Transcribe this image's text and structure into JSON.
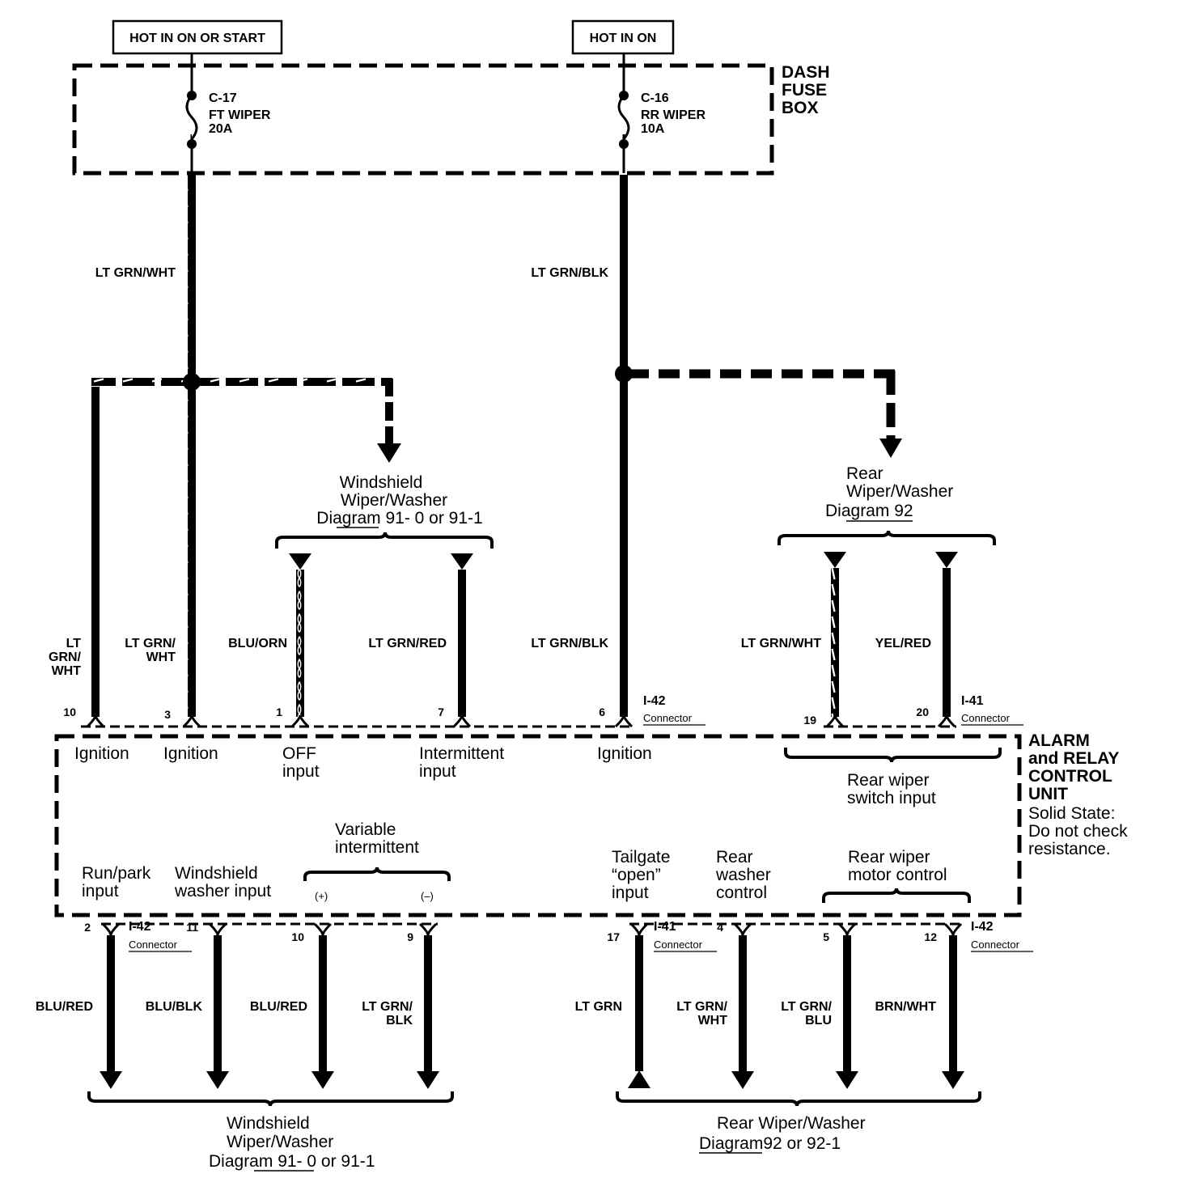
{
  "power": {
    "hot_on_or_start": "HOT IN ON OR START",
    "hot_on": "HOT IN ON"
  },
  "fuse_box": {
    "title": [
      "DASH",
      "FUSE",
      "BOX"
    ],
    "fuse1": [
      "C-17",
      "FT WIPER",
      "20A"
    ],
    "fuse2": [
      "C-16",
      "RR WIPER",
      "10A"
    ]
  },
  "wires_top": {
    "main_left": "LT GRN/WHT",
    "main_right": "LT GRN/BLK",
    "w10": [
      "LT",
      "GRN/",
      "WHT"
    ],
    "w3": [
      "LT GRN/",
      "WHT"
    ],
    "w1": "BLU/ORN",
    "w7": "LT GRN/RED",
    "w6": "LT GRN/BLK",
    "w19": "LT GRN/WHT",
    "w20": "YEL/RED"
  },
  "refs": {
    "ws_top": [
      "Windshield",
      "Wiper/Washer",
      "Diagram 91- 0 or 91-1"
    ],
    "rear_top": [
      "Rear",
      "Wiper/Washer",
      "Diagram 92"
    ],
    "ws_bottom": [
      "Windshield",
      "Wiper/Washer",
      "Diagram 91- 0 or 91-1"
    ],
    "rear_bottom": [
      "Rear Wiper/Washer",
      "Diagram92 or 92-1"
    ]
  },
  "pins_top": {
    "p10": "10",
    "p3": "3",
    "p1": "1",
    "p7": "7",
    "p6": "6",
    "p19": "19",
    "p20": "20"
  },
  "connectors": {
    "top_i42": [
      "I-42",
      "Connector"
    ],
    "top_i41": [
      "I-41",
      "Connector"
    ],
    "bot_i42a": [
      "I-42",
      "Connector"
    ],
    "bot_i41": [
      "I-41",
      "Connector"
    ],
    "bot_i42b": [
      "I-42",
      "Connector"
    ]
  },
  "unit": {
    "title": [
      "ALARM",
      "and RELAY",
      "CONTROL",
      "UNIT"
    ],
    "note": [
      "Solid State:",
      "Do not check",
      "resistance."
    ],
    "in_ign1": "Ignition",
    "in_ign2": "Ignition",
    "in_off": [
      "OFF",
      "input"
    ],
    "in_int": [
      "Intermittent",
      "input"
    ],
    "in_ign3": "Ignition",
    "in_rear_sw": [
      "Rear wiper",
      "switch input"
    ],
    "out_run": [
      "Run/park",
      "input"
    ],
    "out_wash": [
      "Windshield",
      "washer input"
    ],
    "out_var": [
      "Variable",
      "intermittent"
    ],
    "out_plus": "(+)",
    "out_minus": "(–)",
    "out_tail": [
      "Tailgate",
      "“open”",
      "input"
    ],
    "out_rwash": [
      "Rear",
      "washer",
      "control"
    ],
    "out_rmotor": [
      "Rear wiper",
      "motor control"
    ]
  },
  "pins_bottom": {
    "p2": "2",
    "p11": "11",
    "p10": "10",
    "p9": "9",
    "p17": "17",
    "p4": "4",
    "p5": "5",
    "p12": "12"
  },
  "wires_bottom": {
    "w2": "BLU/RED",
    "w11": "BLU/BLK",
    "w10": "BLU/RED",
    "w9": [
      "LT GRN/",
      "BLK"
    ],
    "w17": "LT GRN",
    "w4": [
      "LT GRN/",
      "WHT"
    ],
    "w5": [
      "LT GRN/",
      "BLU"
    ],
    "w12": "BRN/WHT"
  }
}
